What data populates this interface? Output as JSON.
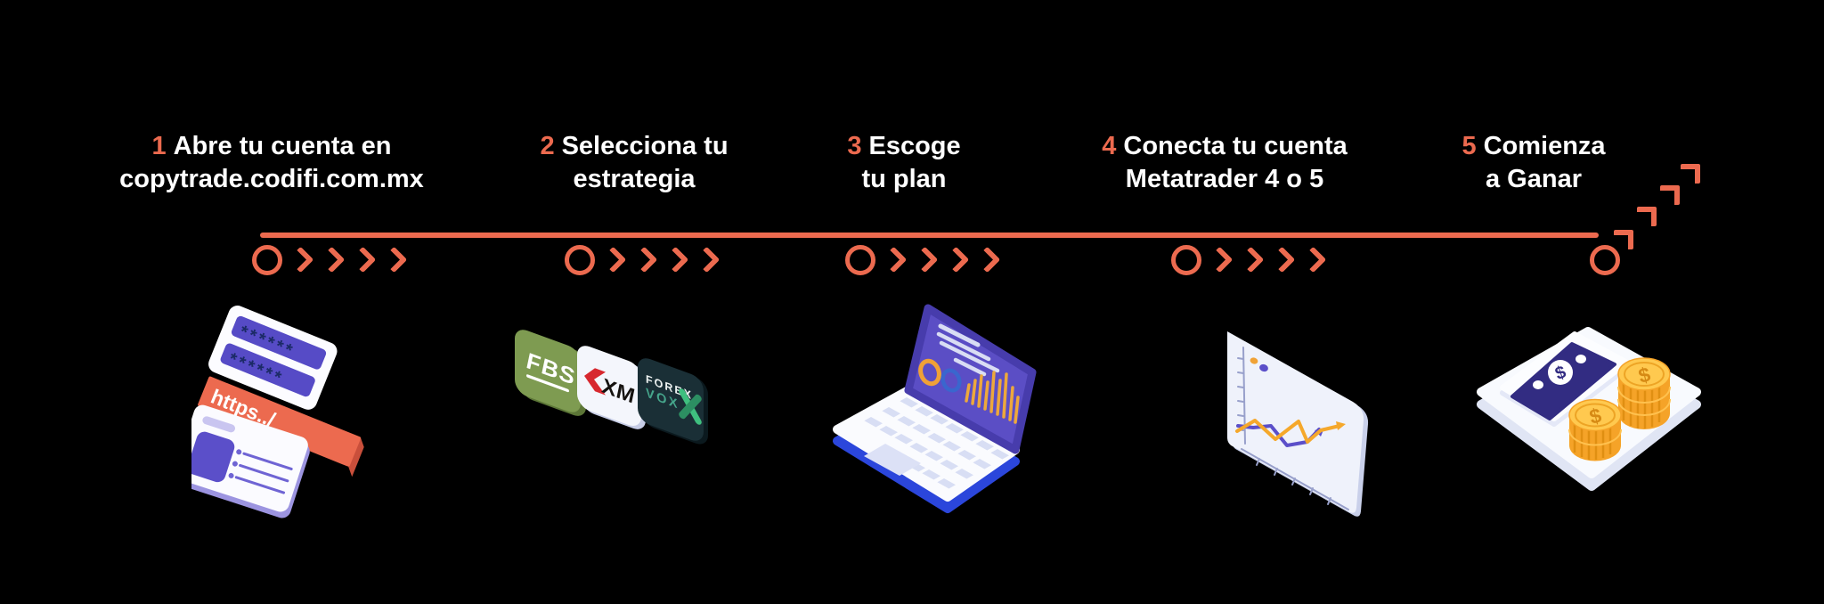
{
  "colors": {
    "accent": "#EC6A4F",
    "purple": "#5B4FC9",
    "navy_bill": "#322C82",
    "gold_coin": "#F5A328",
    "fbs_green": "#7E9B51",
    "forexvox_dark": "#1A2F36",
    "laptop_blue": "#2B46DB",
    "text": "#FFFFFF",
    "background": "#000000"
  },
  "steps": [
    {
      "number": "1",
      "line1": "Abre tu cuenta en",
      "line2": "copytrade.codifi.com.mx"
    },
    {
      "number": "2",
      "line1": "Selecciona tu",
      "line2": "estrategia"
    },
    {
      "number": "3",
      "line1": "Escoge",
      "line2": "tu plan"
    },
    {
      "number": "4",
      "line1": "Conecta tu cuenta",
      "line2": "Metatrader 4 o 5"
    },
    {
      "number": "5",
      "line1": "Comienza",
      "line2": "a Ganar"
    }
  ],
  "timeline": {
    "marker_icon": "circle-marker",
    "advance_icon": "chevron-right",
    "growth_icon": "stairs-up",
    "marker_count": 5,
    "chevrons_per_gap": 4
  },
  "illustrations": {
    "signup": {
      "password_mask": "******",
      "url_label": "https../"
    },
    "brokers": {
      "fbs": "FBS",
      "xm": "XM",
      "forex": "FOREX",
      "vox": "VOX"
    },
    "money": {
      "symbol": "$"
    }
  }
}
